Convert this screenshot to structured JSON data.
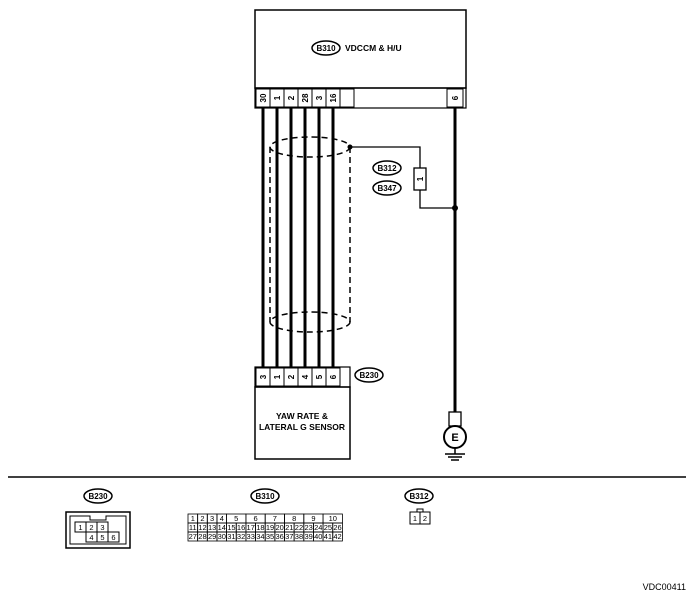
{
  "modules": {
    "vdccm": {
      "tag": "B310",
      "title": "VDCCM & H/U",
      "pins": [
        "30",
        "1",
        "2",
        "28",
        "3",
        "16",
        "6"
      ]
    },
    "sensor": {
      "tag": "B230",
      "title_line1": "YAW RATE &",
      "title_line2": "LATERAL G SENSOR",
      "pins": [
        "3",
        "1",
        "2",
        "4",
        "5",
        "6"
      ]
    }
  },
  "shield_connectors": {
    "tag_top": "B312",
    "tag_bottom": "B347",
    "pin": "1"
  },
  "ground": {
    "label": "E"
  },
  "legend": {
    "b230": {
      "tag": "B230",
      "pins": [
        "1",
        "2",
        "3",
        "4",
        "5",
        "6"
      ]
    },
    "b310": {
      "tag": "B310",
      "row1": [
        "1",
        "2",
        "3",
        "4",
        "5",
        "6",
        "7",
        "8",
        "9",
        "10"
      ],
      "row2": [
        "11",
        "12",
        "13",
        "14",
        "15",
        "16",
        "17",
        "18",
        "19",
        "20",
        "21",
        "22",
        "23",
        "24",
        "25",
        "26"
      ],
      "row3": [
        "27",
        "28",
        "29",
        "30",
        "31",
        "32",
        "33",
        "34",
        "35",
        "36",
        "37",
        "38",
        "39",
        "40",
        "41",
        "42"
      ]
    },
    "b312": {
      "tag": "B312",
      "pins": [
        "1",
        "2"
      ]
    }
  },
  "diagram_code": "VDC00411"
}
